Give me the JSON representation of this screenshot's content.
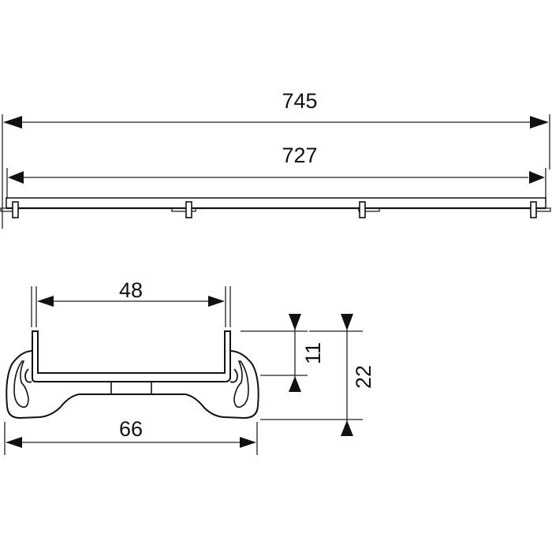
{
  "dimensions": {
    "overall_length": "745",
    "inner_length": "727",
    "channel_width": "48",
    "overall_width": "66",
    "channel_depth": "11",
    "overall_height": "22"
  },
  "colors": {
    "line": "#111111",
    "background": "#ffffff"
  }
}
